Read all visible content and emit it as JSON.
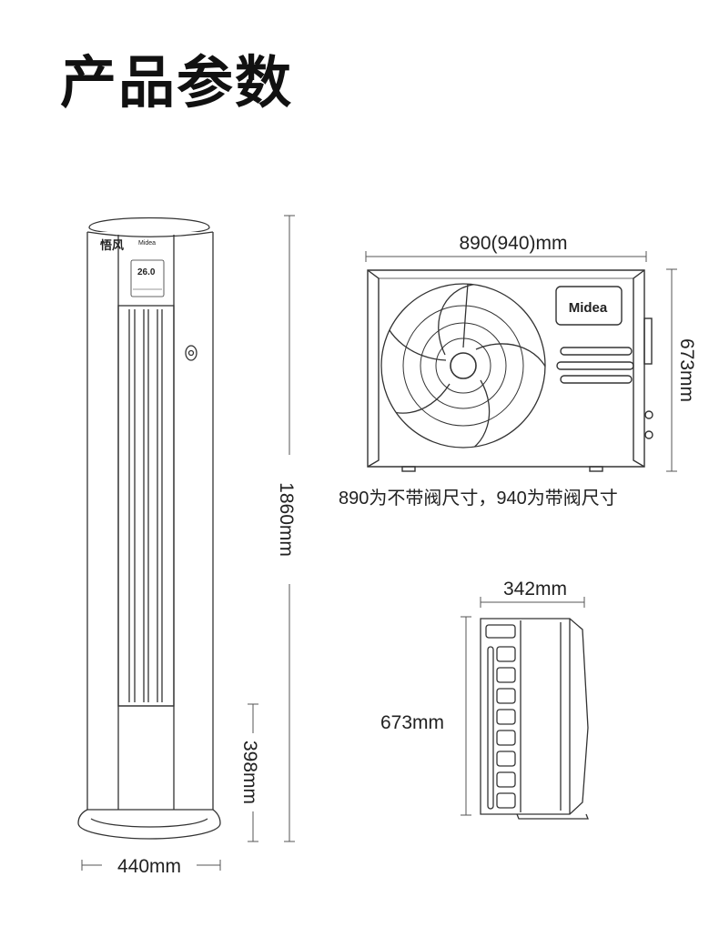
{
  "title": "产品参数",
  "indoor_unit": {
    "brand": "Midea",
    "model_mark": "悟风",
    "display_temp": "26.0",
    "height_label": "1860mm",
    "base_height_label": "398mm",
    "width_label": "440mm"
  },
  "outdoor_unit": {
    "brand": "Midea",
    "width_label": "890(940)mm",
    "height_label": "673mm",
    "note": "890为不带阀尺寸，940为带阀尺寸",
    "side_depth_label": "342mm",
    "side_height_label": "673mm"
  },
  "colors": {
    "line": "#333333",
    "text": "#222222",
    "title": "#111111"
  }
}
